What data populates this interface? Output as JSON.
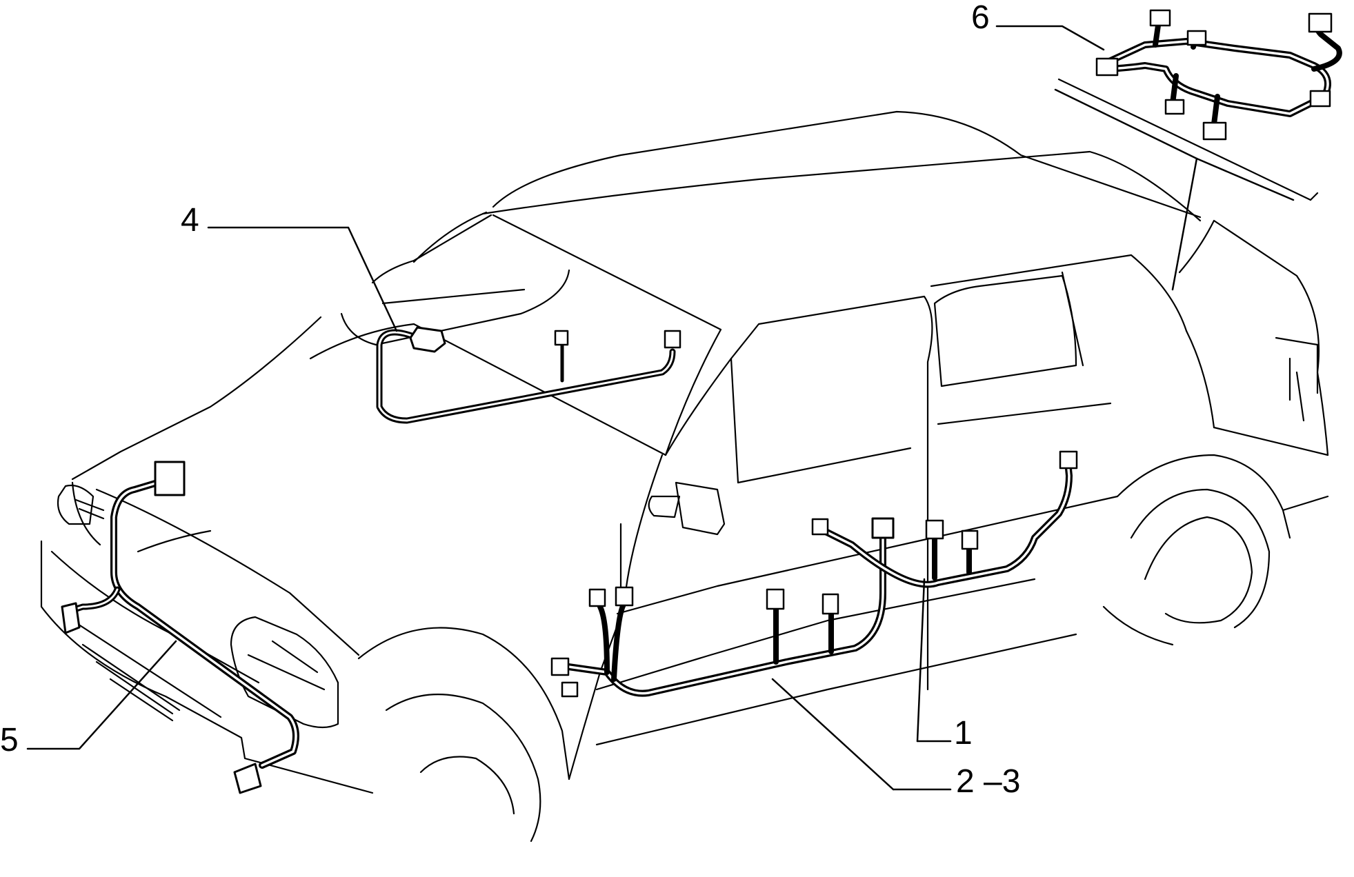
{
  "diagram": {
    "callouts": [
      {
        "id": "1",
        "label": "1"
      },
      {
        "id": "2-3",
        "label": "2 –3"
      },
      {
        "id": "4",
        "label": "4"
      },
      {
        "id": "5",
        "label": "5"
      },
      {
        "id": "6",
        "label": "6"
      }
    ]
  },
  "colors": {
    "ink": "#000000",
    "paper": "#ffffff"
  }
}
